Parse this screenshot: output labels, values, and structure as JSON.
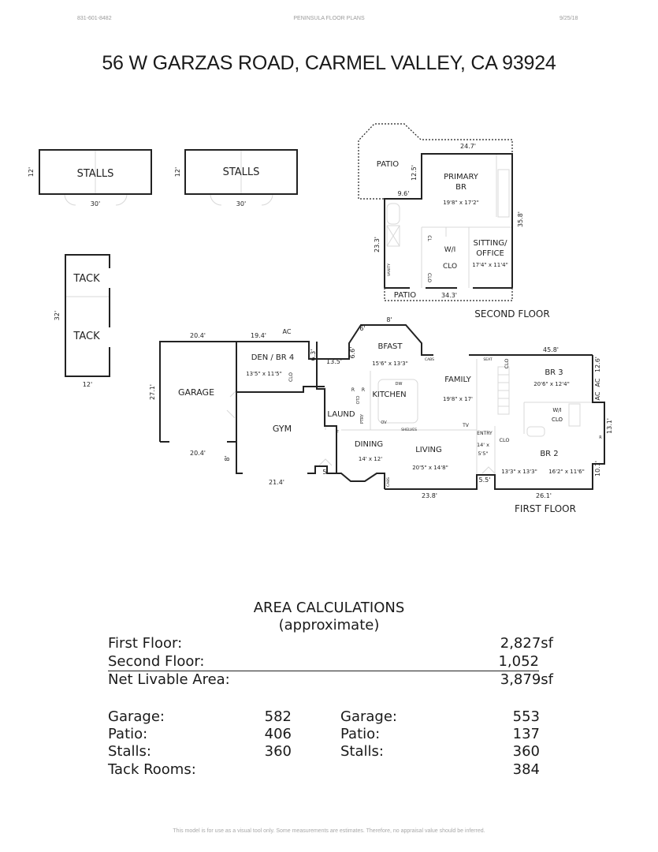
{
  "header": {
    "phone": "831-601-8482",
    "company": "PENINSULA FLOOR PLANS",
    "date": "9/25/18"
  },
  "title": "56 W GARZAS ROAD, CARMEL VALLEY, CA  93924",
  "outbuildings": {
    "stalls_1": {
      "label": "STALLS",
      "width": "30'",
      "depth": "12'"
    },
    "stalls_2": {
      "label": "STALLS",
      "width": "30'",
      "depth": "12'"
    },
    "tack": {
      "label_top": "TACK",
      "label_bottom": "TACK",
      "width": "12'",
      "length": "32'"
    }
  },
  "second_floor": {
    "label": "SECOND FLOOR",
    "rooms": {
      "patio_top": "PATIO",
      "primary_br_line1": "PRIMARY",
      "primary_br_line2": "BR",
      "primary_br_dims": "19'8\" x 17'2\"",
      "wi_clo_line1": "W/I",
      "wi_clo_line2": "CLO",
      "sitting_line1": "SITTING/",
      "sitting_line2": "OFFICE",
      "sitting_dims": "17'4\" x 11'4\"",
      "patio_bottom": "PATIO",
      "vanity": "VANITY",
      "clo": "CLO",
      "cl": "CL"
    },
    "dims": {
      "top": "24.7'",
      "patio_side": "12.5'",
      "patio_width": "9.6'",
      "right": "35.8'",
      "left": "23.3'",
      "bottom": "34.3'"
    }
  },
  "first_floor": {
    "label": "FIRST FLOOR",
    "rooms": {
      "garage": "GARAGE",
      "den_line1": "DEN / BR 4",
      "den_dims": "13'5\" x 11'5\"",
      "gym": "GYM",
      "bfast": "BFAST",
      "bfast_dims": "15'6\" x 13'3\"",
      "kitchen": "KITCHEN",
      "laund": "LAUND",
      "family": "FAMILY",
      "family_dims": "19'8\" x 17'",
      "dining": "DINING",
      "dining_dims": "14' x 12'",
      "living": "LIVING",
      "living_dims": "20'5\" x 14'8\"",
      "entry": "ENTRY",
      "entry_dims_1": "14' x",
      "entry_dims_2": "5'5\"",
      "br3": "BR 3",
      "br3_dims": "20'6\" x 12'4\"",
      "wi_clo_1": "W/I",
      "wi_clo_2": "CLO",
      "br2": "BR 2",
      "br2_dims_a": "13'3\" x 13'3\"",
      "br2_dims_b": "16'2\" x 11'6\"",
      "clo_den": "CLO",
      "clo_kitchen": "CLO",
      "clo_family": "CLO",
      "clo_entry": "CLO",
      "ac": "AC",
      "ac_right_1": "AC",
      "ac_right_2": "AC",
      "cabs_top": "CABS",
      "cabs_bottom": "CABS",
      "seat": "SEAT",
      "dw": "DW",
      "r1": "R",
      "r2": "R",
      "r3": "R",
      "ptry": "PTRY",
      "ov": "OV",
      "shelves": "SHELVES",
      "tv": "TV",
      "f": "F"
    },
    "dims": {
      "garage_top": "20.4'",
      "garage_side": "27.1'",
      "garage_bottom": "20.4'",
      "den_top": "19.4'",
      "den_side": "6.3'",
      "bfast_left_run": "13.5'",
      "bfast_side": "6.6'",
      "bfast_angle": "6'",
      "bfast_top": "8'",
      "family_top": "45.8'",
      "right_upper": "12.6'",
      "right_mid": "13.1'",
      "right_lower": "10.1'",
      "bottom_right": "26.1'",
      "entry_notch": "5.5'",
      "living_bottom": "23.8'",
      "gym_notch": "5'",
      "gym_bottom": "21.4'",
      "gym_side": "8'"
    }
  },
  "area_calculations": {
    "title": "AREA CALCULATIONS",
    "subtitle": "(approximate)",
    "first_floor_label": "First  Floor:",
    "first_floor_value": "2,827sf",
    "second_floor_label": "Second Floor:",
    "second_floor_value": "1,052",
    "net_label": "Net Livable Area:",
    "net_value": "3,879sf",
    "left": [
      {
        "label": "Garage:",
        "value": "582"
      },
      {
        "label": "Patio:",
        "value": "406"
      },
      {
        "label": "Stalls:",
        "value": "360"
      },
      {
        "label": "Tack Rooms:",
        "value": ""
      }
    ],
    "right": [
      {
        "label": "Garage:",
        "value": "553"
      },
      {
        "label": "Patio:",
        "value": "137"
      },
      {
        "label": "Stalls:",
        "value": "360"
      },
      {
        "label": "",
        "value": "384"
      }
    ]
  },
  "footer": "This model is for use as a visual tool only.  Some measurements are estimates.  Therefore, no appraisal value should be inferred."
}
